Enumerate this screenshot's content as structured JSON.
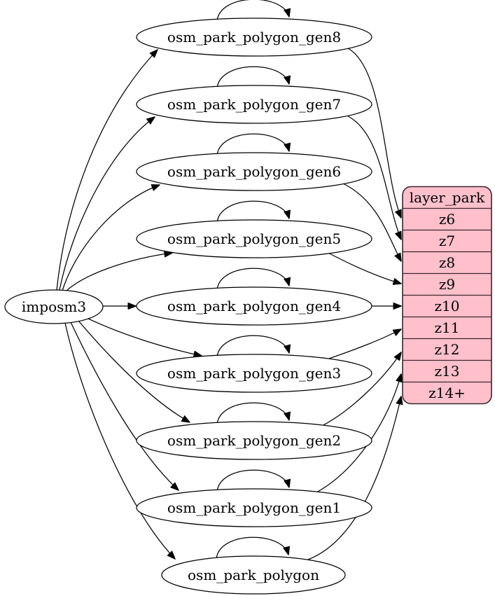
{
  "colors": {
    "background": "#ffffff",
    "node_fill": "#ffffff",
    "node_stroke": "#000000",
    "record_fill": "#ffc0cb",
    "record_stroke": "#38282d",
    "edge": "#000000",
    "text": "#000000"
  },
  "nodes": {
    "source": {
      "id": "imposm3",
      "label": "imposm3"
    },
    "tables": [
      {
        "id": "osm_park_polygon_gen8",
        "label": "osm_park_polygon_gen8"
      },
      {
        "id": "osm_park_polygon_gen7",
        "label": "osm_park_polygon_gen7"
      },
      {
        "id": "osm_park_polygon_gen6",
        "label": "osm_park_polygon_gen6"
      },
      {
        "id": "osm_park_polygon_gen5",
        "label": "osm_park_polygon_gen5"
      },
      {
        "id": "osm_park_polygon_gen4",
        "label": "osm_park_polygon_gen4"
      },
      {
        "id": "osm_park_polygon_gen3",
        "label": "osm_park_polygon_gen3"
      },
      {
        "id": "osm_park_polygon_gen2",
        "label": "osm_park_polygon_gen2"
      },
      {
        "id": "osm_park_polygon_gen1",
        "label": "osm_park_polygon_gen1"
      },
      {
        "id": "osm_park_polygon",
        "label": "osm_park_polygon"
      }
    ],
    "record": {
      "id": "layer_park",
      "title": "layer_park",
      "rows": [
        "z6",
        "z7",
        "z8",
        "z9",
        "z10",
        "z11",
        "z12",
        "z13",
        "z14+"
      ]
    }
  },
  "edges": [
    {
      "from": "imposm3",
      "to": "osm_park_polygon_gen8"
    },
    {
      "from": "imposm3",
      "to": "osm_park_polygon_gen7"
    },
    {
      "from": "imposm3",
      "to": "osm_park_polygon_gen6"
    },
    {
      "from": "imposm3",
      "to": "osm_park_polygon_gen5"
    },
    {
      "from": "imposm3",
      "to": "osm_park_polygon_gen4"
    },
    {
      "from": "imposm3",
      "to": "osm_park_polygon_gen3"
    },
    {
      "from": "imposm3",
      "to": "osm_park_polygon_gen2"
    },
    {
      "from": "imposm3",
      "to": "osm_park_polygon_gen1"
    },
    {
      "from": "imposm3",
      "to": "osm_park_polygon"
    },
    {
      "from": "osm_park_polygon_gen8",
      "to": "osm_park_polygon_gen8"
    },
    {
      "from": "osm_park_polygon_gen7",
      "to": "osm_park_polygon_gen7"
    },
    {
      "from": "osm_park_polygon_gen6",
      "to": "osm_park_polygon_gen6"
    },
    {
      "from": "osm_park_polygon_gen5",
      "to": "osm_park_polygon_gen5"
    },
    {
      "from": "osm_park_polygon_gen4",
      "to": "osm_park_polygon_gen4"
    },
    {
      "from": "osm_park_polygon_gen3",
      "to": "osm_park_polygon_gen3"
    },
    {
      "from": "osm_park_polygon_gen2",
      "to": "osm_park_polygon_gen2"
    },
    {
      "from": "osm_park_polygon_gen1",
      "to": "osm_park_polygon_gen1"
    },
    {
      "from": "osm_park_polygon",
      "to": "osm_park_polygon"
    },
    {
      "from": "osm_park_polygon_gen8",
      "to": "layer_park:z6"
    },
    {
      "from": "osm_park_polygon_gen7",
      "to": "layer_park:z7"
    },
    {
      "from": "osm_park_polygon_gen6",
      "to": "layer_park:z8"
    },
    {
      "from": "osm_park_polygon_gen5",
      "to": "layer_park:z9"
    },
    {
      "from": "osm_park_polygon_gen4",
      "to": "layer_park:z10"
    },
    {
      "from": "osm_park_polygon_gen3",
      "to": "layer_park:z11"
    },
    {
      "from": "osm_park_polygon_gen2",
      "to": "layer_park:z12"
    },
    {
      "from": "osm_park_polygon_gen1",
      "to": "layer_park:z13"
    },
    {
      "from": "osm_park_polygon",
      "to": "layer_park:z14+"
    }
  ]
}
